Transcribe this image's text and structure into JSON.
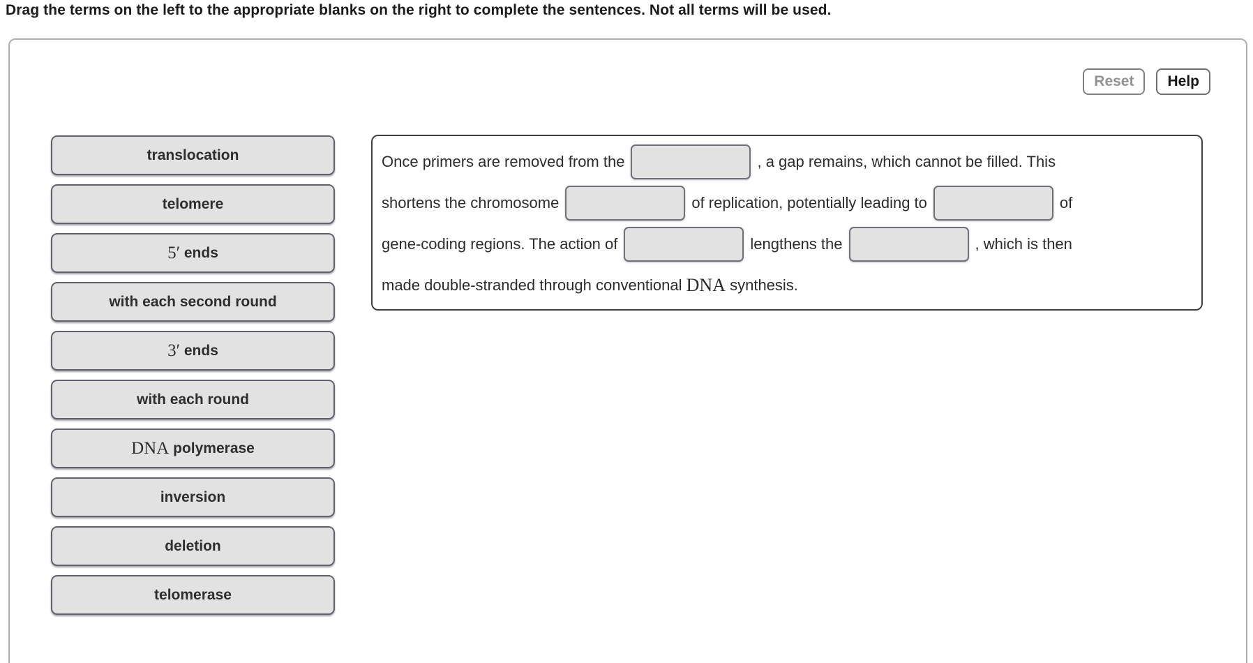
{
  "instruction": "Drag the terms on the left to the appropriate blanks on the right to complete the sentences. Not all terms will be used.",
  "toolbar": {
    "reset_label": "Reset",
    "help_label": "Help"
  },
  "terms": [
    {
      "id": "translocation",
      "segments": [
        {
          "math": false,
          "text": "translocation"
        }
      ]
    },
    {
      "id": "telomere",
      "segments": [
        {
          "math": false,
          "text": "telomere"
        }
      ]
    },
    {
      "id": "5-prime-ends",
      "segments": [
        {
          "math": true,
          "text": "5′"
        },
        {
          "math": false,
          "text": " ends"
        }
      ]
    },
    {
      "id": "with-each-second-round",
      "segments": [
        {
          "math": false,
          "text": "with each second round"
        }
      ]
    },
    {
      "id": "3-prime-ends",
      "segments": [
        {
          "math": true,
          "text": "3′"
        },
        {
          "math": false,
          "text": " ends"
        }
      ]
    },
    {
      "id": "with-each-round",
      "segments": [
        {
          "math": false,
          "text": "with each round"
        }
      ]
    },
    {
      "id": "dna-polymerase",
      "segments": [
        {
          "math": true,
          "text": "DNA"
        },
        {
          "math": false,
          "text": " polymerase"
        }
      ]
    },
    {
      "id": "inversion",
      "segments": [
        {
          "math": false,
          "text": "inversion"
        }
      ]
    },
    {
      "id": "deletion",
      "segments": [
        {
          "math": false,
          "text": "deletion"
        }
      ]
    },
    {
      "id": "telomerase",
      "segments": [
        {
          "math": false,
          "text": "telomerase"
        }
      ]
    }
  ],
  "sentence": {
    "lines": [
      [
        {
          "type": "text",
          "text": "Once primers are removed from the"
        },
        {
          "type": "blank",
          "id": "1"
        },
        {
          "type": "text",
          "text": ", a gap remains, which cannot be filled. This"
        }
      ],
      [
        {
          "type": "text",
          "text": "shortens the chromosome"
        },
        {
          "type": "blank",
          "id": "2"
        },
        {
          "type": "text",
          "text": "of replication, potentially leading to"
        },
        {
          "type": "blank",
          "id": "3"
        },
        {
          "type": "text",
          "text": "of"
        }
      ],
      [
        {
          "type": "text",
          "text": "gene-coding regions. The action of"
        },
        {
          "type": "blank",
          "id": "4"
        },
        {
          "type": "text",
          "text": "lengthens the"
        },
        {
          "type": "blank",
          "id": "5"
        },
        {
          "type": "text",
          "text": ", which is then"
        }
      ],
      [
        {
          "type": "text",
          "text": "made double-stranded through conventional "
        },
        {
          "type": "math",
          "text": "DNA"
        },
        {
          "type": "text",
          "text": " synthesis."
        }
      ]
    ]
  },
  "colors": {
    "instruction_text": "#1b1b1b",
    "term_fill": "#e2e2e2",
    "term_border": "#61616c",
    "term_text": "#2e2e2e",
    "blank_fill": "#e2e2e2",
    "blank_border": "#71717b",
    "sentence_panel_border": "#3e4245",
    "outer_panel_border": "#acaeb0",
    "reset_text": "#909294",
    "help_text": "#141414"
  }
}
